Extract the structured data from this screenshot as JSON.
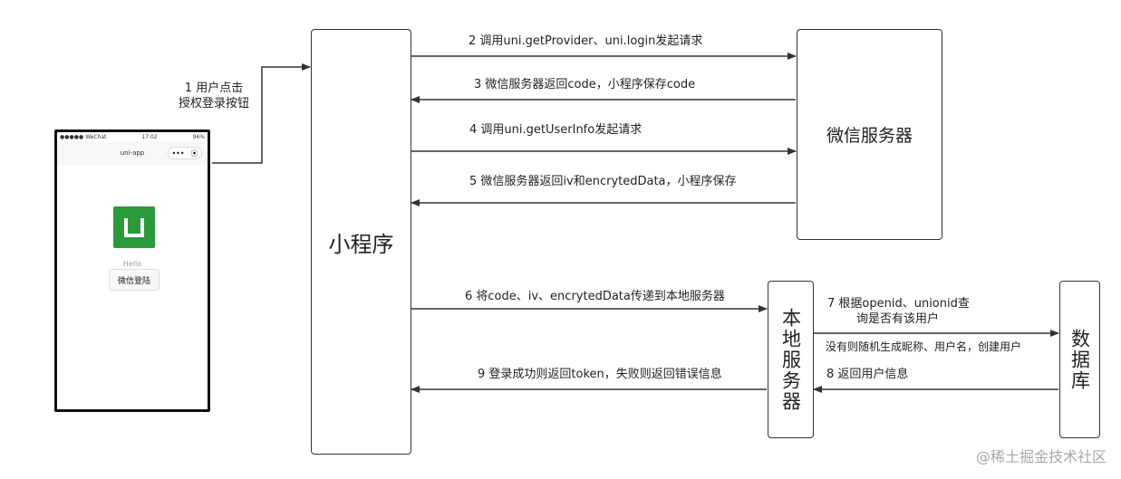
{
  "nodes": {
    "mini_program": "小程序",
    "wechat_server": "微信服务器",
    "local_server": "本地服务器",
    "database": "数据库"
  },
  "steps": {
    "s1_line1": "1 用户点击",
    "s1_line2": "授权登录按钮",
    "s2": "2 调用uni.getProvider、uni.login发起请求",
    "s3": "3 微信服务器返回code，小程序保存code",
    "s4": "4 调用uni.getUserInfo发起请求",
    "s5": "5 微信服务器返回iv和encrytedData，小程序保存",
    "s6": "6 将code、iv、encrytedData传递到本地服务器",
    "s7_line1": "7 根据openid、unionid查",
    "s7_line2": "询是否有该用户",
    "s7_note": "没有则随机生成昵称、用户名，创建用户",
    "s8": "8 返回用户信息",
    "s9": "9 登录成功则返回token，失败则返回错误信息"
  },
  "phone": {
    "status_left": "●●●●● WeChat",
    "status_time": "17:02",
    "status_battery": "96%",
    "nav_title": "uni-app",
    "capsule_dots": "•••",
    "capsule_target": "⦿",
    "hello": "Hello",
    "login_button": "微信登陆"
  },
  "watermark": "@稀土掘金技术社区",
  "colors": {
    "line": "#333333",
    "logo_green": "#2b9a3a"
  }
}
